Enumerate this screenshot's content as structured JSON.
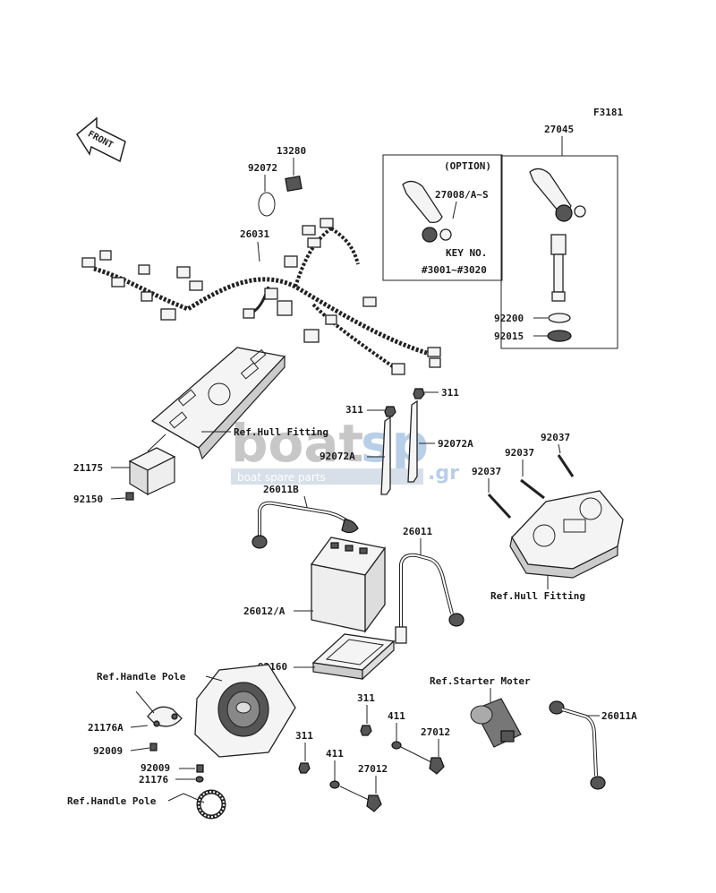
{
  "figure_code": "F3181",
  "front_label": "FRONT",
  "option_box": {
    "title": "(OPTION)",
    "part": "27008/A~S",
    "key_label": "KEY NO.",
    "key_range": "#3001~#3020"
  },
  "watermark": {
    "logo_left": "boat",
    "logo_right": "sp",
    "suffix": ".gr",
    "tagline": "boat spare parts"
  },
  "parts": [
    "27045",
    "13280",
    "92072",
    "26031",
    "92200",
    "92015",
    "311",
    "311",
    "92072A",
    "92072A",
    "21175",
    "92150",
    "26011B",
    "26011",
    "26012/A",
    "92037",
    "92037",
    "92037",
    "92160",
    "311",
    "411",
    "27012",
    "26011A",
    "21176A",
    "92009",
    "311",
    "92009",
    "21176",
    "411",
    "27012"
  ],
  "refs": [
    "Ref.Hull Fitting",
    "Ref.Hull Fitting",
    "Ref.Handle Pole",
    "Ref.Starter Moter",
    "Ref.Handle Pole"
  ]
}
